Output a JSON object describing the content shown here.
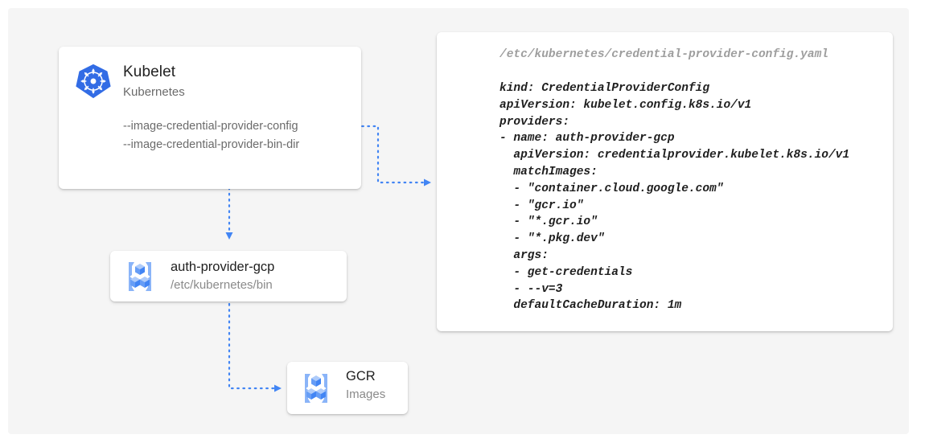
{
  "canvas": {
    "background": "#f5f5f5",
    "accent": "#4285f4",
    "kubernetes_blue": "#326ce5"
  },
  "kubelet": {
    "icon": "kubernetes-logo-icon",
    "title": "Kubelet",
    "subtitle": "Kubernetes",
    "flags": "--image-credential-provider-config\n--image-credential-provider-bin-dir",
    "flag_list": [
      "--image-credential-provider-config",
      "--image-credential-provider-bin-dir"
    ]
  },
  "auth_provider": {
    "icon": "container-registry-icon",
    "title": "auth-provider-gcp",
    "subtitle": "/etc/kubernetes/bin"
  },
  "gcr": {
    "icon": "container-registry-icon",
    "title": "GCR",
    "subtitle": "Images"
  },
  "yaml": {
    "path": "/etc/kubernetes/credential-provider-config.yaml",
    "content": "kind: CredentialProviderConfig\napiVersion: kubelet.config.k8s.io/v1\nproviders:\n- name: auth-provider-gcp\n  apiVersion: credentialprovider.kubelet.k8s.io/v1\n  matchImages:\n  - \"container.cloud.google.com\"\n  - \"gcr.io\"\n  - \"*.gcr.io\"\n  - \"*.pkg.dev\"\n  args:\n  - get-credentials\n  - --v=3\n  defaultCacheDuration: 1m",
    "lines": [
      "kind: CredentialProviderConfig",
      "apiVersion: kubelet.config.k8s.io/v1",
      "providers:",
      "- name: auth-provider-gcp",
      "  apiVersion: credentialprovider.kubelet.k8s.io/v1",
      "  matchImages:",
      "  - \"container.cloud.google.com\"",
      "  - \"gcr.io\"",
      "  - \"*.gcr.io\"",
      "  - \"*.pkg.dev\"",
      "  args:",
      "  - get-credentials",
      "  - --v=3",
      "  defaultCacheDuration: 1m"
    ]
  },
  "connectors": [
    {
      "name": "kubelet-to-yaml",
      "style": "dotted",
      "arrow": "right"
    },
    {
      "name": "kubelet-to-auth-provider",
      "style": "dotted",
      "arrow": "down"
    },
    {
      "name": "auth-provider-to-gcr",
      "style": "dotted",
      "arrow": "right"
    }
  ]
}
